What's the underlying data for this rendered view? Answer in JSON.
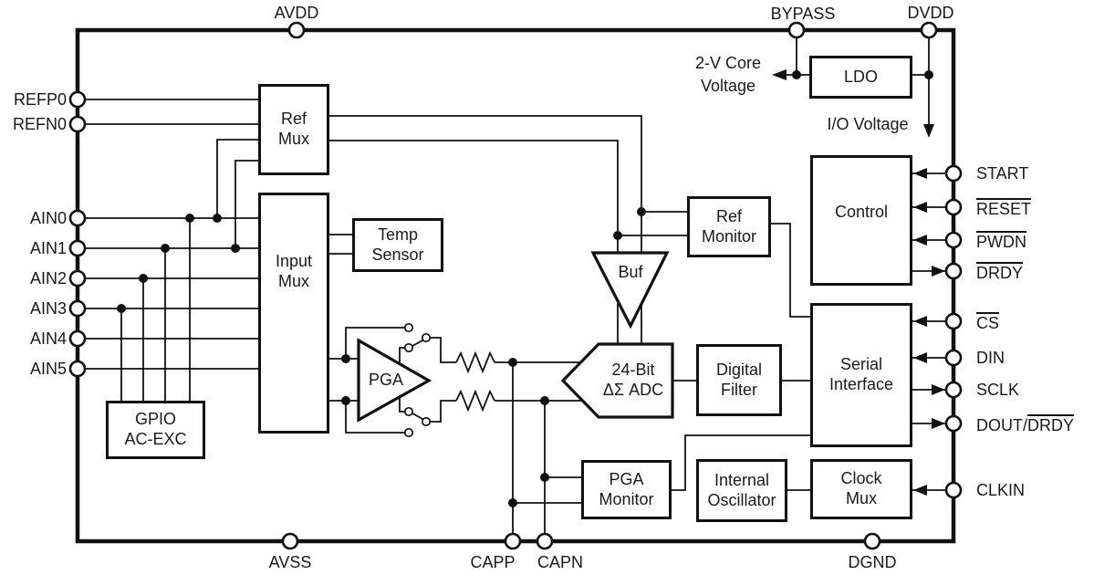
{
  "blocks": {
    "ref_mux": "Ref\nMux",
    "input_mux": "Input\nMux",
    "temp_sensor": "Temp\nSensor",
    "gpio": "GPIO\nAC-EXC",
    "pga": "PGA",
    "buf": "Buf",
    "adc": "24-Bit\nΔΣ ADC",
    "digital_filter": "Digital\nFilter",
    "ref_monitor": "Ref\nMonitor",
    "control": "Control",
    "serial_interface": "Serial\nInterface",
    "pga_monitor": "PGA\nMonitor",
    "internal_oscillator": "Internal\nOscillator",
    "clock_mux": "Clock\nMux",
    "ldo": "LDO"
  },
  "pins": {
    "top": [
      {
        "label": "AVDD"
      },
      {
        "label": "BYPASS"
      },
      {
        "label": "DVDD"
      }
    ],
    "left": [
      {
        "label": "REFP0"
      },
      {
        "label": "REFN0"
      },
      {
        "label": "AIN0"
      },
      {
        "label": "AIN1"
      },
      {
        "label": "AIN2"
      },
      {
        "label": "AIN3"
      },
      {
        "label": "AIN4"
      },
      {
        "label": "AIN5"
      }
    ],
    "right": [
      {
        "label": "START",
        "overline": false
      },
      {
        "label": "RESET",
        "overline": true
      },
      {
        "label": "PWDN",
        "overline": true
      },
      {
        "label": "DRDY",
        "overline": true
      },
      {
        "label": "CS",
        "overline": true
      },
      {
        "label": "DIN",
        "overline": false
      },
      {
        "label": "SCLK",
        "overline": false
      },
      {
        "label_plain": "DOUT/",
        "label_overline": "DRDY"
      },
      {
        "label": "CLKIN",
        "overline": false
      }
    ],
    "bottom": [
      {
        "label": "AVSS"
      },
      {
        "label": "CAPP"
      },
      {
        "label": "CAPN"
      },
      {
        "label": "DGND"
      }
    ]
  },
  "annotations": {
    "core_voltage": "2-V Core\nVoltage",
    "io_voltage": "I/O Voltage"
  },
  "colors": {
    "line": "#111111",
    "background": "#ffffff",
    "text": "#1a1a1a"
  }
}
